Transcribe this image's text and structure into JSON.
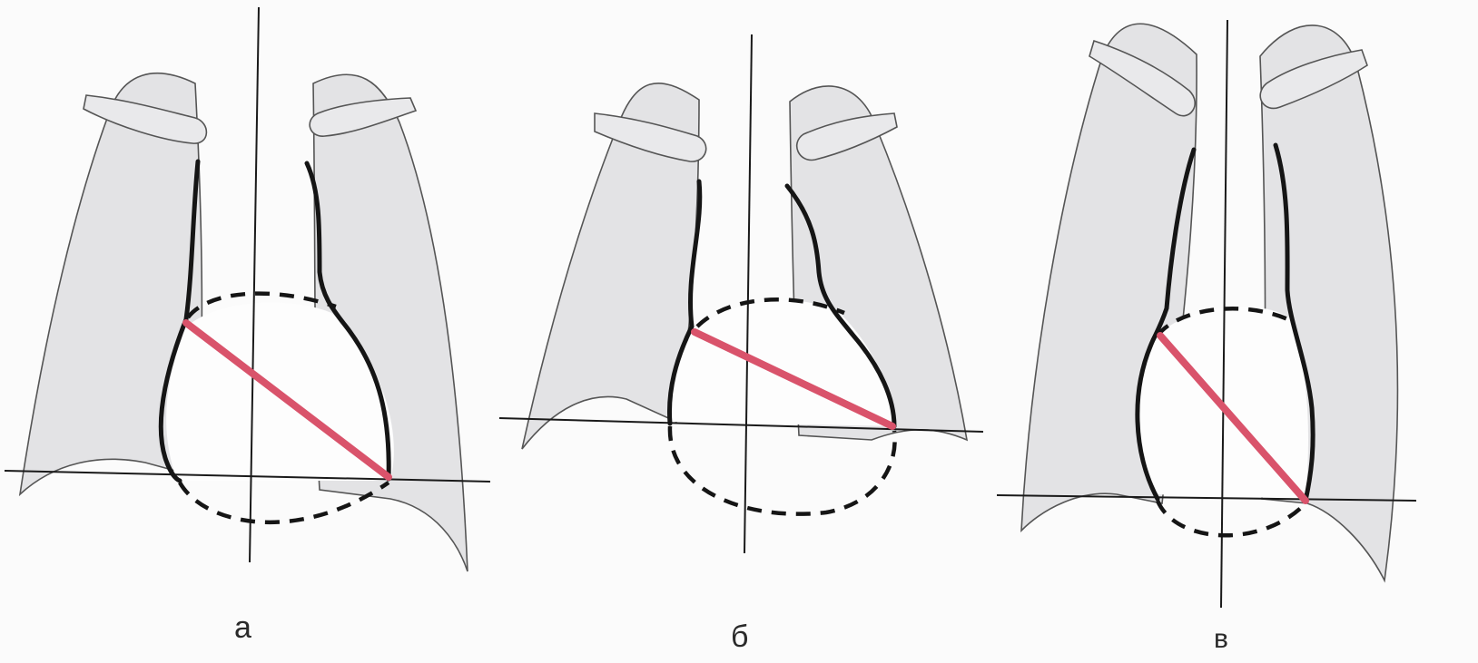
{
  "figure": {
    "panels": [
      {
        "label": "а"
      },
      {
        "label": "б"
      },
      {
        "label": "в"
      }
    ],
    "colors": {
      "heart_outline": "#151515",
      "cardiac_axis": "#d9536b",
      "lung_fill": "#e3e3e5",
      "background": "#fbfbfb"
    }
  }
}
